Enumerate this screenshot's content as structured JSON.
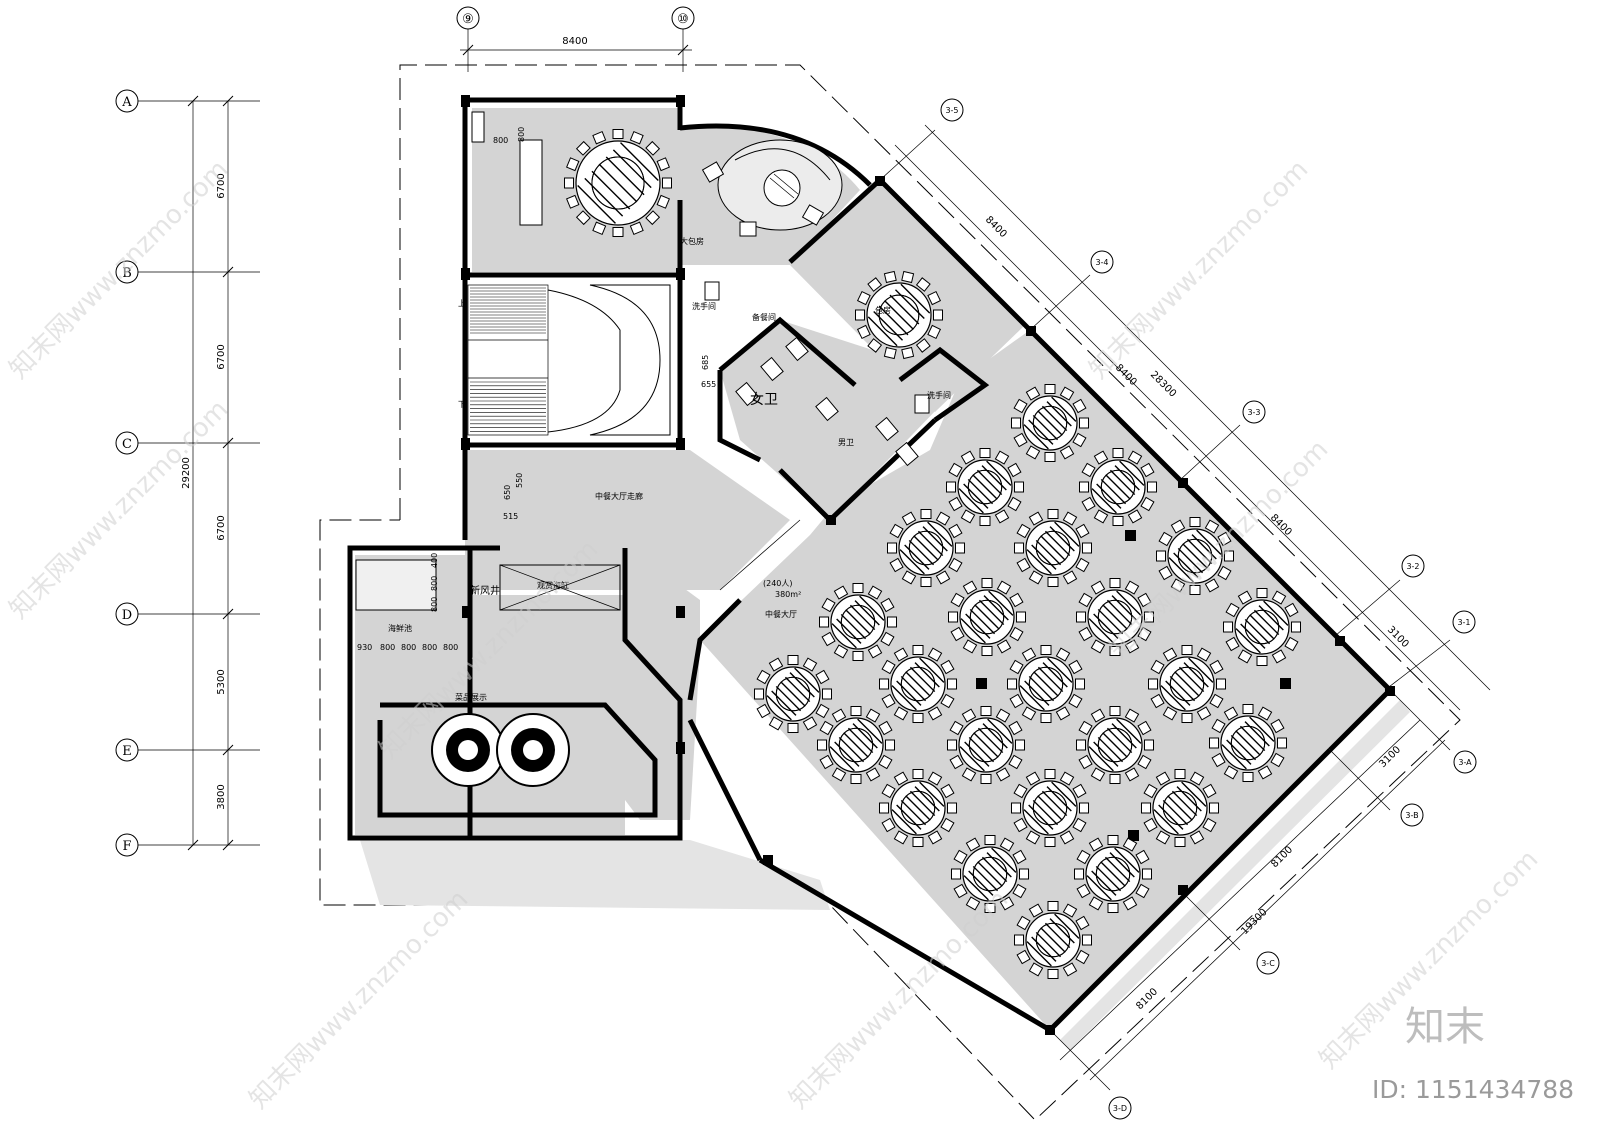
{
  "grid": {
    "top_columns": [
      "⑨",
      "⑩"
    ],
    "top_dimension": "8400",
    "rows": [
      "A",
      "B",
      "C",
      "D",
      "E",
      "F"
    ],
    "row_dimensions": [
      "6700",
      "6700",
      "6700",
      "5300",
      "3800"
    ],
    "total_dimension": "29200",
    "diagonal_bubbles": [
      "3-5",
      "3-4",
      "3-3",
      "3-2",
      "3-1",
      "3-A",
      "3-B",
      "3-C",
      "3-D"
    ],
    "diagonal_dimensions": {
      "d1": "8400",
      "d2": "8400",
      "d3": "8400",
      "d4": "3100",
      "d_total": "28300",
      "d5": "3100",
      "d6": "8100",
      "d7": "8100",
      "d_total2": "19300"
    }
  },
  "rooms": {
    "big_private": "大包房",
    "wash_1": "洗手间",
    "pantry": "备餐间",
    "ladies": "女卫",
    "mens": "男卫",
    "wash_2": "洗手间",
    "corridor": "中餐大厅走廊",
    "new_air_shaft": "新风井",
    "viewing_cylinder": "观赏海缸",
    "seafood_pool": "海鲜池",
    "display": "菜品展示",
    "hall_capacity": "(240人)",
    "hall_area": "380m²",
    "hall_name": "中餐大厅",
    "private_small": "包房"
  },
  "small_dims": {
    "a": "800",
    "b": "800",
    "c": "685",
    "d": "655",
    "e": "650",
    "f": "550",
    "g": "515",
    "h": "400",
    "i": "800",
    "j": "800",
    "k": "930",
    "l": "800",
    "m": "800",
    "n": "800",
    "o": "800"
  },
  "stairs": {
    "up": "上",
    "down": "下"
  },
  "watermark": {
    "text": "知末网www.znzmo.com",
    "logo": "知末",
    "id": "ID: 1151434788"
  }
}
